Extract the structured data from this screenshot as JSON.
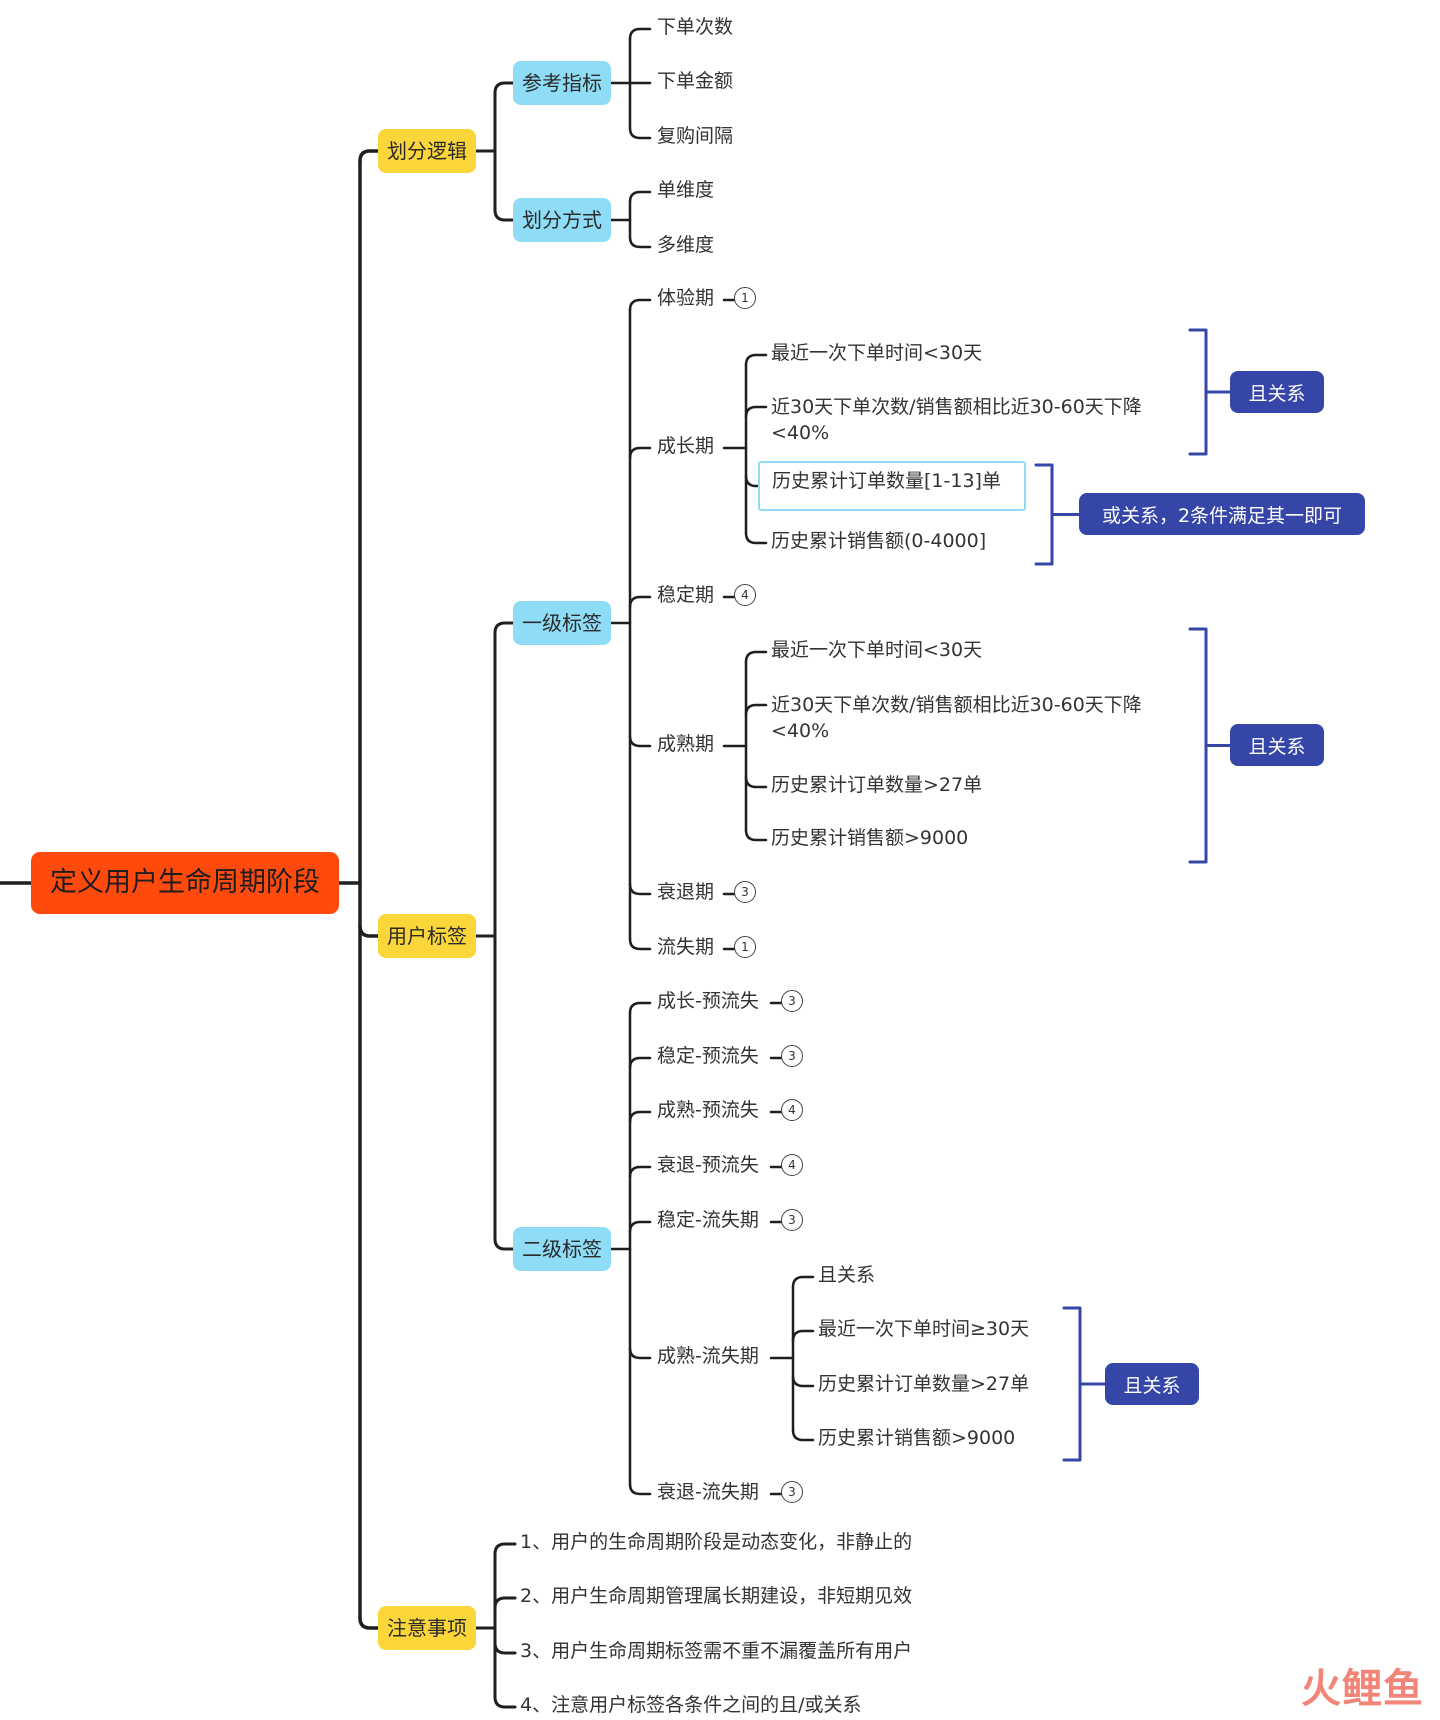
{
  "root": "定义用户生命周期阶段",
  "branches": {
    "logic": {
      "label": "划分逻辑",
      "reference": {
        "label": "参考指标",
        "items": [
          "下单次数",
          "下单金额",
          "复购间隔"
        ]
      },
      "method": {
        "label": "划分方式",
        "items": [
          "单维度",
          "多维度"
        ]
      }
    },
    "tags": {
      "label": "用户标签",
      "primary": {
        "label": "一级标签",
        "trial": {
          "label": "体验期",
          "badge": "1"
        },
        "growth": {
          "label": "成长期",
          "conds": [
            "最近一次下单时间<30天",
            "近30天下单次数/销售额相比近30-60天下降<40%",
            "历史累计订单数量[1-13]单",
            "历史累计销售额(0-4000]"
          ],
          "tag_and": "且关系",
          "tag_or": "或关系，2条件满足其一即可"
        },
        "stable": {
          "label": "稳定期",
          "badge": "4"
        },
        "mature": {
          "label": "成熟期",
          "conds": [
            "最近一次下单时间<30天",
            "近30天下单次数/销售额相比近30-60天下降<40%",
            "历史累计订单数量>27单",
            "历史累计销售额>9000"
          ],
          "tag_and": "且关系"
        },
        "decline": {
          "label": "衰退期",
          "badge": "3"
        },
        "churn": {
          "label": "流失期",
          "badge": "1"
        }
      },
      "secondary": {
        "label": "二级标签",
        "items": [
          {
            "label": "成长-预流失",
            "badge": "3"
          },
          {
            "label": "稳定-预流失",
            "badge": "3"
          },
          {
            "label": "成熟-预流失",
            "badge": "4"
          },
          {
            "label": "衰退-预流失",
            "badge": "4"
          },
          {
            "label": "稳定-流失期",
            "badge": "3"
          }
        ],
        "mature_churn": {
          "label": "成熟-流失期",
          "conds": [
            "且关系",
            "最近一次下单时间≥30天",
            "历史累计订单数量>27单",
            "历史累计销售额>9000"
          ],
          "tag_and": "且关系"
        },
        "decline_churn": {
          "label": "衰退-流失期",
          "badge": "3"
        }
      }
    },
    "notes": {
      "label": "注意事项",
      "items": [
        "1、用户的生命周期阶段是动态变化，非静止的",
        "2、用户生命周期管理属长期建设，非短期见效",
        "3、用户生命周期标签需不重不漏覆盖所有用户",
        "4、注意用户标签各条件之间的且/或关系"
      ]
    }
  },
  "watermark": "火鲤鱼",
  "colors": {
    "root": "#ff4a0d",
    "level1": "#fbd63a",
    "level2": "#8fdcf6",
    "tag": "#3546a8",
    "line": "#1f1f1f",
    "bracket": "#3546a8"
  }
}
